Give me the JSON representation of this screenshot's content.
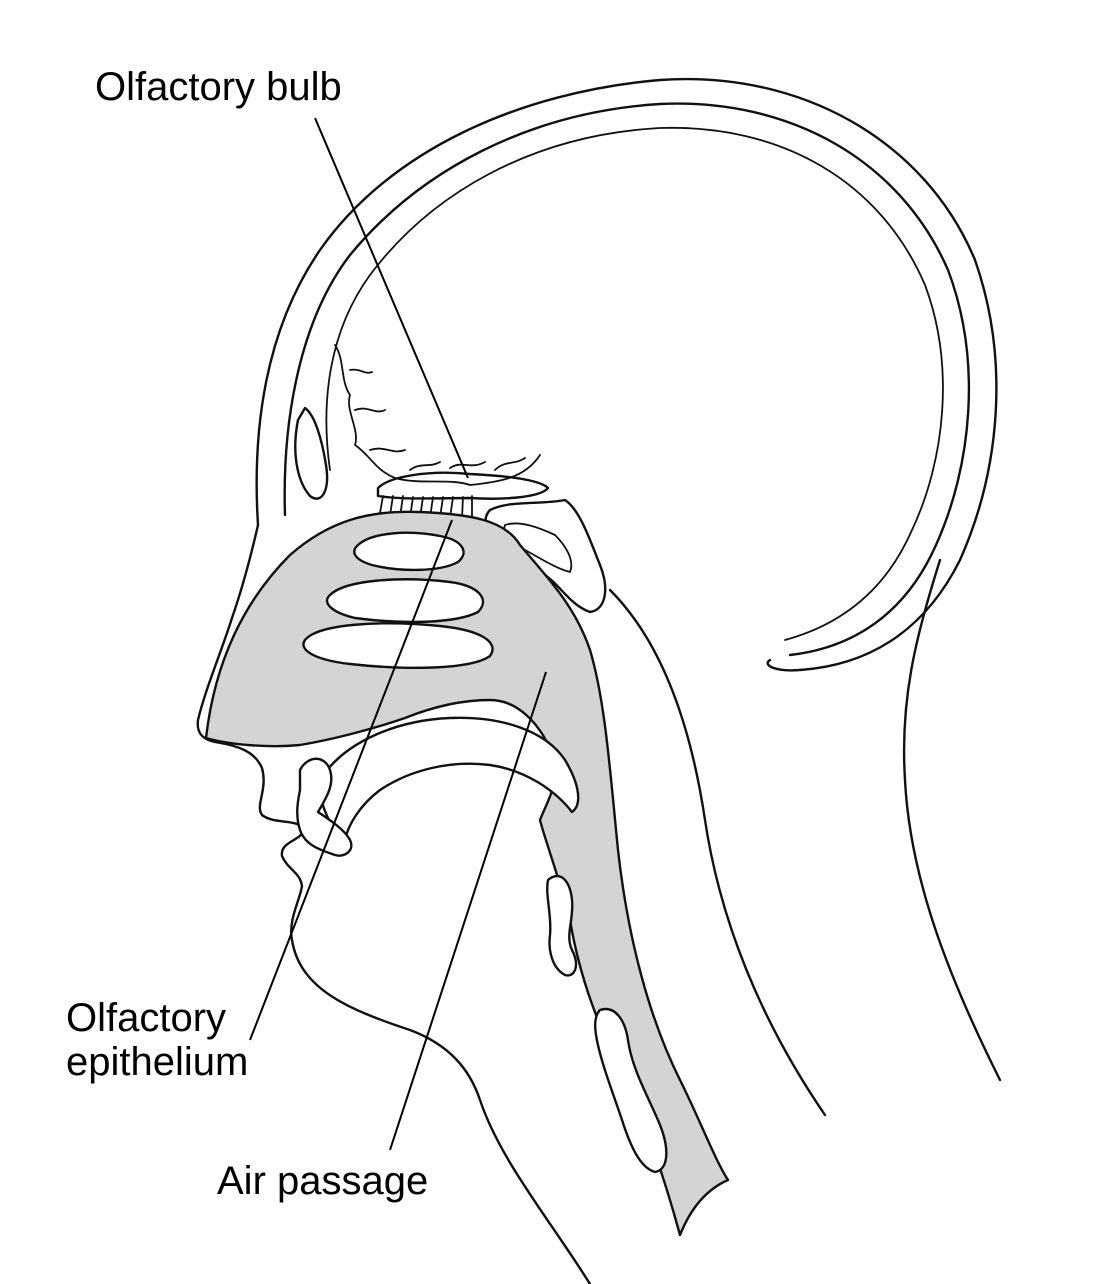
{
  "labels": {
    "olfactory_bulb": "Olfactory bulb",
    "olfactory_epithelium_line1": "Olfactory",
    "olfactory_epithelium_line2": "epithelium",
    "air_passage": "Air passage"
  },
  "colors": {
    "line": "#111111",
    "shading": "#d4d4d4",
    "background": "#ffffff"
  }
}
